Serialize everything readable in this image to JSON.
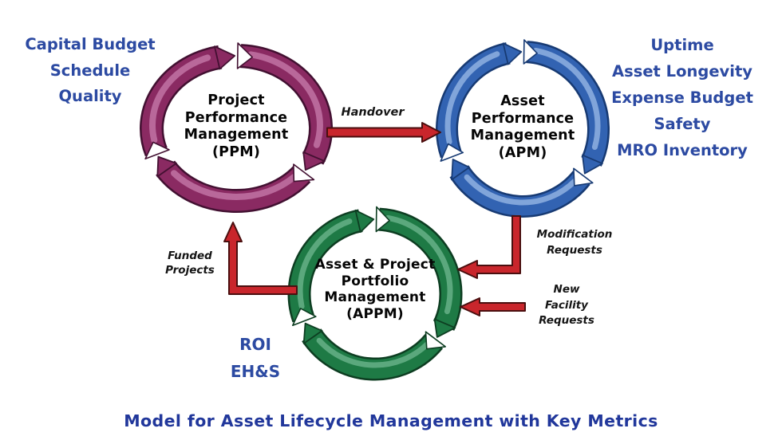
{
  "title": "Model for Asset Lifecycle Management with Key Metrics",
  "colors": {
    "label_blue": "#2c4aa2",
    "title_blue": "#21379b",
    "arrow_red": "#c9262c",
    "arrow_dark": "#4a0f0f",
    "ppm_main": "#8a2a62",
    "ppm_dark": "#421031",
    "ppm_light": "#c173a4",
    "apm_main": "#3263b2",
    "apm_dark": "#173a73",
    "apm_light": "#8fb0e0",
    "appm_main": "#1e7a45",
    "appm_dark": "#0d3d21",
    "appm_light": "#66b087"
  },
  "nodes": {
    "ppm": {
      "lines": [
        "Project",
        "Performance",
        "Management",
        "(PPM)"
      ]
    },
    "apm": {
      "lines": [
        "Asset",
        "Performance",
        "Management",
        "(APM)"
      ]
    },
    "appm": {
      "lines": [
        "Asset & Project",
        "Portfolio",
        "Management",
        "(APPM)"
      ]
    }
  },
  "metrics": {
    "ppm": [
      "Capital Budget",
      "Schedule",
      "Quality"
    ],
    "apm": [
      "Uptime",
      "Asset Longevity",
      "Expense Budget",
      "Safety",
      "MRO Inventory"
    ],
    "appm": [
      "ROI",
      "EH&S"
    ]
  },
  "flows": {
    "handover": "Handover",
    "modification": [
      "Modification",
      "Requests"
    ],
    "new_facility": [
      "New",
      "Facility",
      "Requests"
    ],
    "funded": [
      "Funded",
      "Projects"
    ]
  }
}
